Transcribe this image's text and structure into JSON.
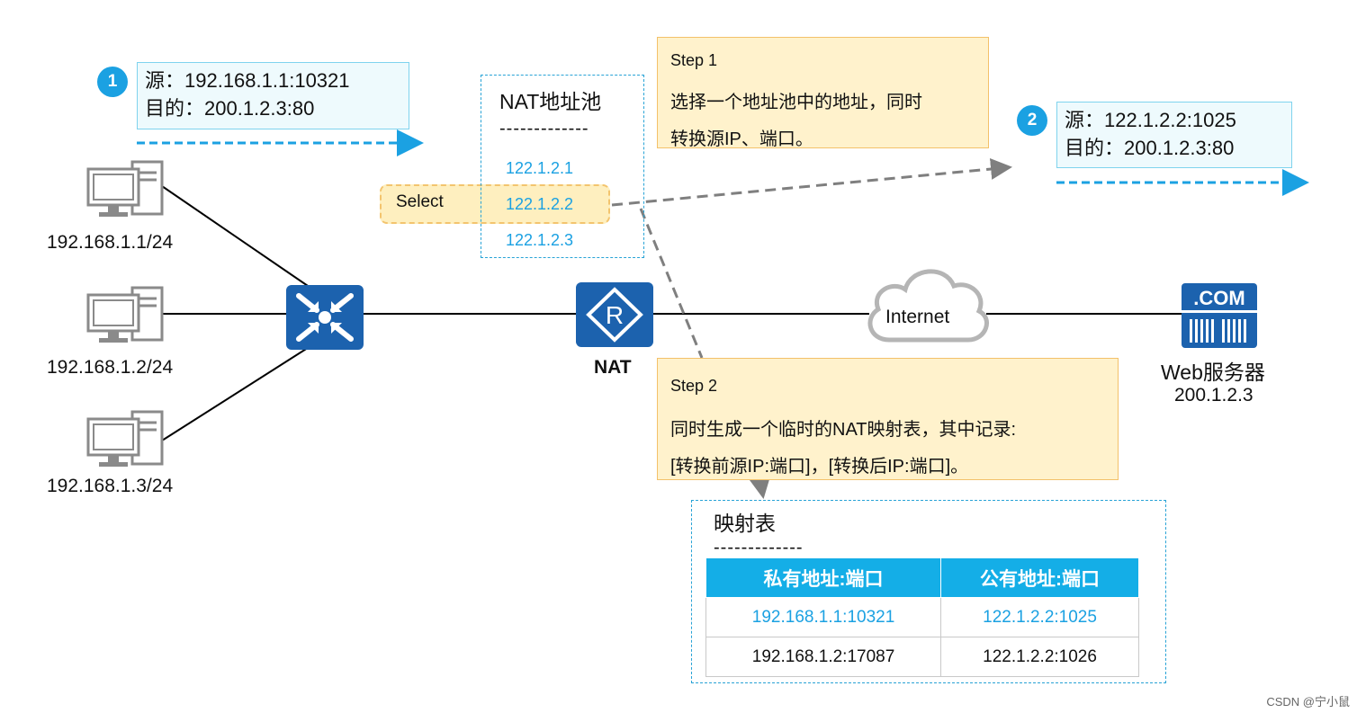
{
  "hosts": [
    {
      "label": "192.168.1.1/24"
    },
    {
      "label": "192.168.1.2/24"
    },
    {
      "label": "192.168.1.3/24"
    }
  ],
  "packet1": {
    "badge": "1",
    "src": "源：192.168.1.1:10321",
    "dst": "目的：200.1.2.3:80"
  },
  "packet2": {
    "badge": "2",
    "src": "源：122.1.2.2:1025",
    "dst": "目的：200.1.2.3:80"
  },
  "pool": {
    "title": "NAT地址池",
    "separator": "-------------",
    "addresses": [
      "122.1.2.1",
      "122.1.2.2",
      "122.1.2.3"
    ],
    "select_label": "Select"
  },
  "step1": {
    "title": "Step 1",
    "line1": "选择一个地址池中的地址，同时",
    "line2": "转换源IP、端口。"
  },
  "step2": {
    "title": "Step 2",
    "line1": "同时生成一个临时的NAT映射表，其中记录:",
    "line2": "[转换前源IP:端口]，[转换后IP:端口]。"
  },
  "nat": {
    "label": "NAT",
    "router_letter": "R"
  },
  "internet": {
    "label": "Internet"
  },
  "server": {
    "badge": ".COM",
    "name": "Web服务器",
    "ip": "200.1.2.3"
  },
  "mapping": {
    "title": "映射表",
    "separator": "-------------",
    "headers": [
      "私有地址:端口",
      "公有地址:端口"
    ],
    "rows": [
      [
        "192.168.1.1:10321",
        "122.1.2.2:1025"
      ],
      [
        "192.168.1.2:17087",
        "122.1.2.2:1026"
      ]
    ]
  },
  "watermark": "CSDN @宁小鼠",
  "colors": {
    "accent": "#1ba1e2",
    "device": "#1c62ae",
    "note": "#fff2cc"
  }
}
